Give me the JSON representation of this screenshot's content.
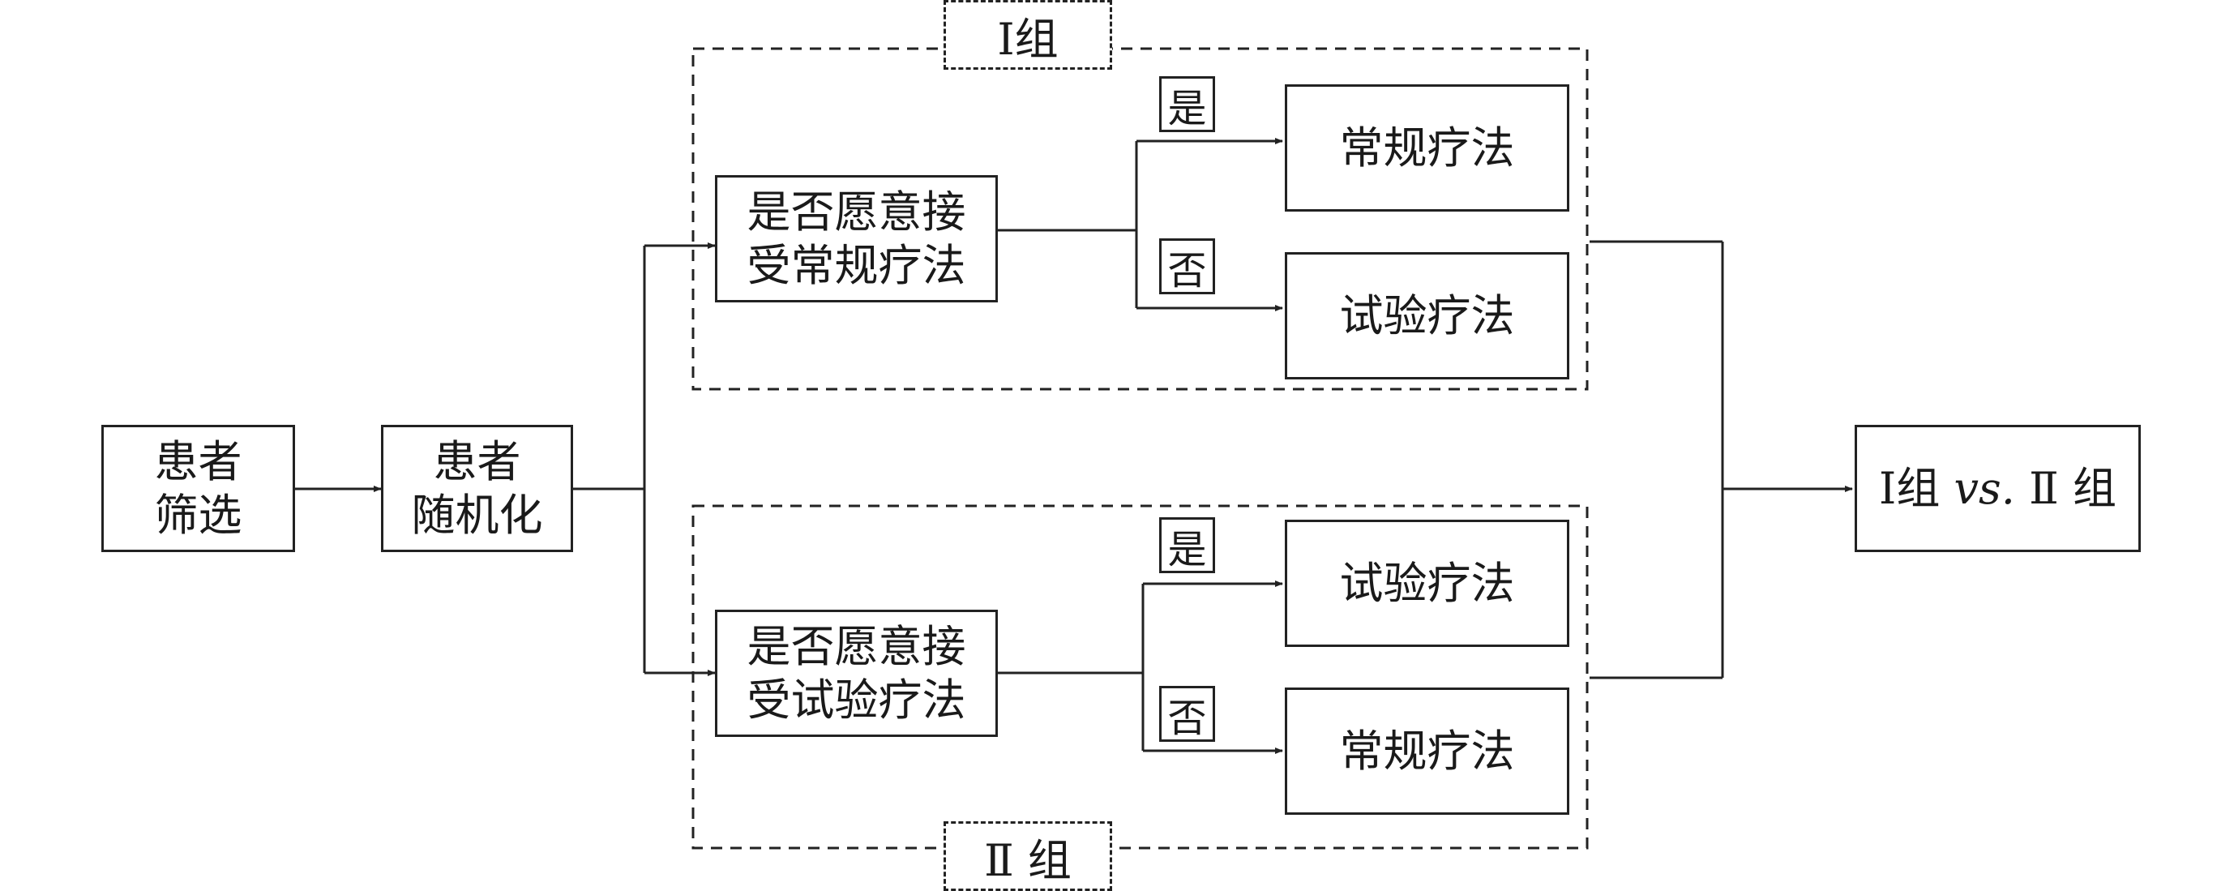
{
  "nodes": {
    "screening": [
      "患者",
      "筛选"
    ],
    "randomization": [
      "患者",
      "随机化"
    ],
    "group1_question": [
      "是否愿意接",
      "受常规疗法"
    ],
    "group2_question": [
      "是否愿意接",
      "受试验疗法"
    ],
    "g1_yes_result": "常规疗法",
    "g1_no_result": "试验疗法",
    "g2_yes_result": "试验疗法",
    "g2_no_result": "常规疗法"
  },
  "group_labels": {
    "group1": "Ⅰ组",
    "group2": "Ⅱ 组"
  },
  "branch_labels": {
    "yes": "是",
    "no": "否"
  },
  "comparison": {
    "left": "Ⅰ组 ",
    "vs": "vs.",
    "right": " Ⅱ 组"
  }
}
